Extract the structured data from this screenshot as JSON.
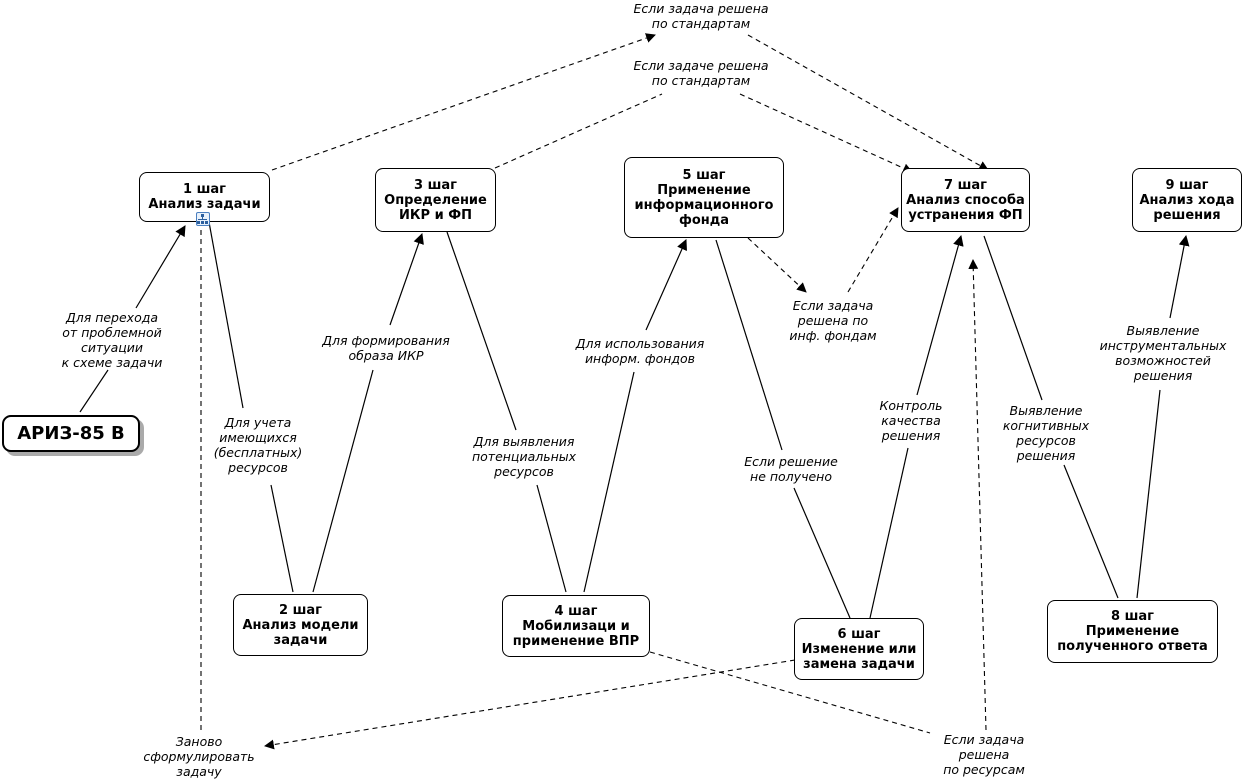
{
  "diagram": {
    "root": {
      "label": "АРИЗ-85 В"
    },
    "steps": [
      {
        "id": "s1",
        "label": "1 шаг\nАнализ задачи"
      },
      {
        "id": "s2",
        "label": "2 шаг\nАнализ модели\nзадачи"
      },
      {
        "id": "s3",
        "label": "3 шаг\nОпределение\nИКР и ФП"
      },
      {
        "id": "s4",
        "label": "4 шаг\nМобилизаци и\nприменение ВПР"
      },
      {
        "id": "s5",
        "label": "5 шаг\nПрименение\nинформационного\nфонда"
      },
      {
        "id": "s6",
        "label": "6 шаг\nИзменение или\nзамена задачи"
      },
      {
        "id": "s7",
        "label": "7 шаг\nАнализ способа\nустранения ФП"
      },
      {
        "id": "s8",
        "label": "8 шаг\nПрименение\nполученного ответа"
      },
      {
        "id": "s9",
        "label": "9 шаг\nАнализ хода\nрешения"
      }
    ],
    "edge_labels": [
      {
        "id": "e_root_s1",
        "text": "Для перехода\nот проблемной\nситуации\nк схеме задачи"
      },
      {
        "id": "e_s1_s2",
        "text": "Для учета\nимеющихся\n(бесплатных)\nресурсов"
      },
      {
        "id": "e_s2_s3",
        "text": "Для формирования\nобраза ИКР"
      },
      {
        "id": "e_s3_s4",
        "text": "Для выявления\nпотенциальных\nресурсов"
      },
      {
        "id": "e_s4_s5",
        "text": "Для использования\nинформ. фондов"
      },
      {
        "id": "e_s5_s6",
        "text": "Если решение\nне получено"
      },
      {
        "id": "e_s6_s7",
        "text": "Контроль\nкачества\nрешения"
      },
      {
        "id": "e_s7_s8",
        "text": "Выявление\nкогнитивных\nресурсов\nрешения"
      },
      {
        "id": "e_s8_s9",
        "text": "Выявление\nинструментальных\nвозможностей\nрешения"
      },
      {
        "id": "d_s1_s7",
        "text": "Если задача решена\nпо стандартам"
      },
      {
        "id": "d_s3_s7",
        "text": "Если задаче решена\nпо стандартам"
      },
      {
        "id": "d_s5_s7",
        "text": "Если задача\nрешена по\nинф. фондам"
      },
      {
        "id": "d_s4_s7",
        "text": "Если задача\nрешена\nпо ресурсам"
      },
      {
        "id": "d_s6_s1",
        "text": "Заново\nсформулировать\nзадачу"
      }
    ]
  }
}
